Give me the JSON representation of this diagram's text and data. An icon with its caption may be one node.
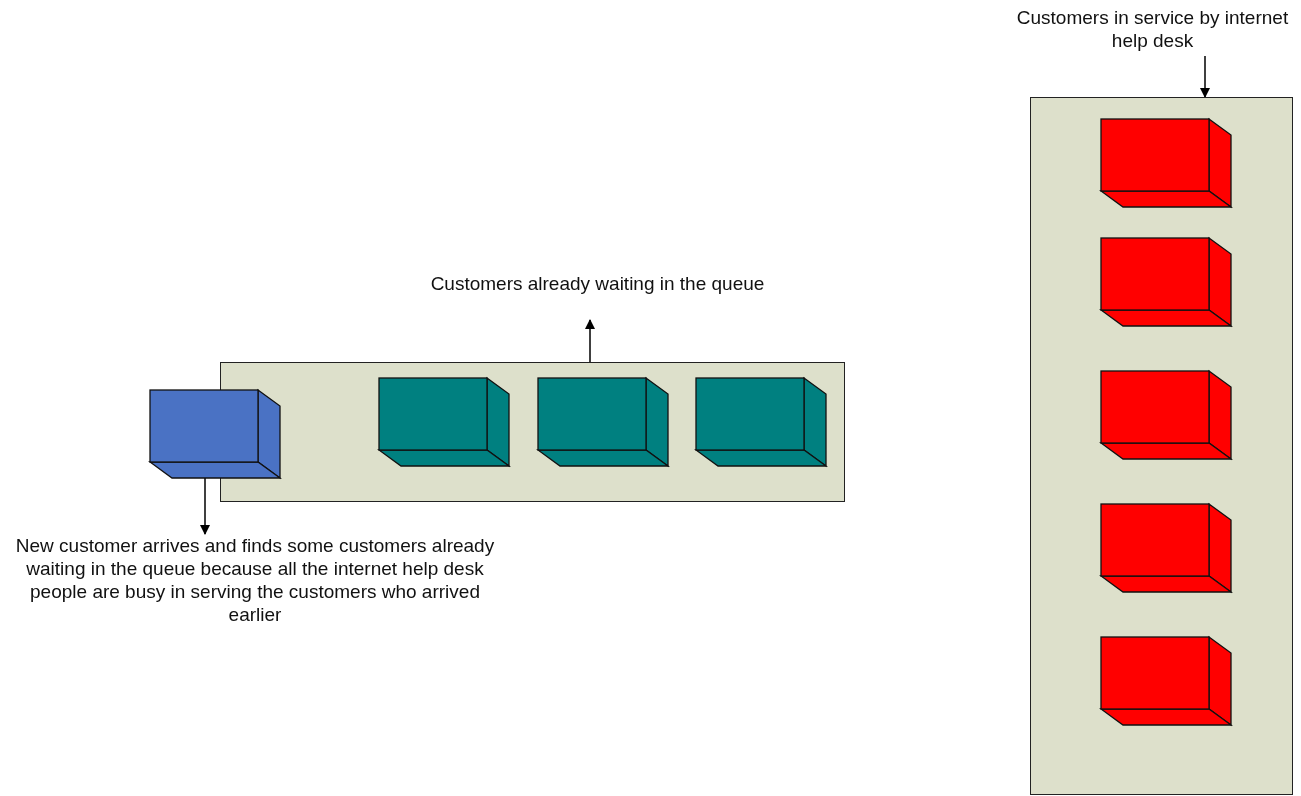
{
  "diagram": {
    "nodes": [
      {
        "text": [],
        "shape": "box"
      },
      {
        "text": [],
        "shape": "cube"
      },
      {
        "text": [],
        "shape": "cube",
        "in": 0
      },
      {
        "text": [],
        "shape": "cube",
        "in": 0
      },
      {
        "text": [],
        "shape": "cube",
        "in": 0
      },
      {
        "text": [],
        "shape": "box"
      },
      {
        "text": [],
        "shape": "cube",
        "in": 5
      },
      {
        "text": [],
        "shape": "cube",
        "in": 5
      },
      {
        "text": [],
        "shape": "cube",
        "in": 5
      },
      {
        "text": [],
        "shape": "cube",
        "in": 5
      },
      {
        "text": [],
        "shape": "cube",
        "in": 5
      },
      {
        "text": [
          "Customers already waiting in the queue"
        ]
      },
      {
        "text": [
          "New customer arrives and finds some customers already waiting in the queue because all the internet help desk people are busy in serving the customers who arrived earlier"
        ]
      },
      {
        "text": [
          "Customers in service by internet help desk"
        ]
      }
    ],
    "edges": [
      {
        "from": 0,
        "to": 11,
        "arrow": "to"
      },
      {
        "from": 1,
        "to": 12,
        "arrow": "to"
      },
      {
        "from": 13,
        "to": 5,
        "arrow": "to"
      }
    ]
  }
}
